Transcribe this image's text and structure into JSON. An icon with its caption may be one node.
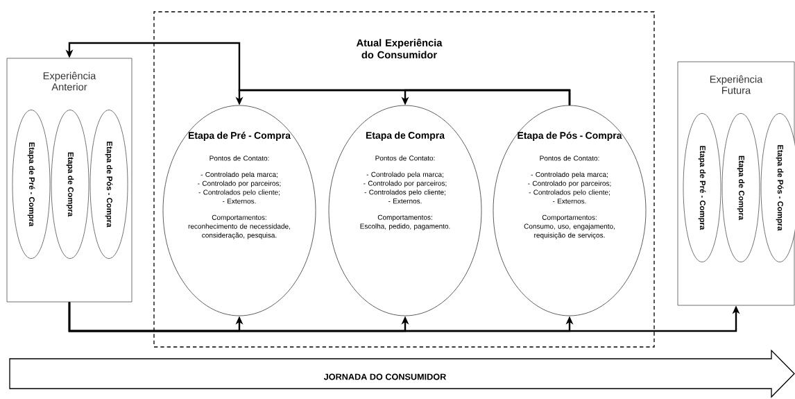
{
  "diagram": {
    "nodes": [
      {
        "text": [
          "Atual Experiência do Consumidor"
        ]
      },
      {
        "text": [
          "Experiência Anterior"
        ]
      },
      {
        "text": [
          "Etapa de Pré - Compra"
        ],
        "in": 1
      },
      {
        "text": [
          "Etapa de Compra"
        ],
        "in": 1
      },
      {
        "text": [
          "Etapa de Pós - Compra"
        ],
        "in": 1
      },
      {
        "text": [
          "Etapa de Pré - Compra",
          "Pontos de Contato:",
          "- Controlado pela marca;",
          "- Controlado por parceiros;",
          "- Controlados pelo cliente;",
          "- Externos.",
          "Comportamentos:",
          "reconhecimento de necessidade, consideração, pesquisa."
        ],
        "in": 0
      },
      {
        "text": [
          "Etapa de Compra",
          "Pontos de Contato:",
          "- Controlado pela marca;",
          "- Controlado por parceiros;",
          "- Controlados pelo cliente;",
          "- Externos.",
          "Comportamentos:",
          "Escolha, pedido, pagamento."
        ],
        "in": 0
      },
      {
        "text": [
          "Etapa de Pós - Compra",
          "Pontos de Contato:",
          "- Controlado pela marca;",
          "- Controlado por parceiros;",
          "- Controlados pelo cliente;",
          "- Externos.",
          "Comportamentos:",
          "Consumo, uso, engajamento, requisição de serviços."
        ],
        "in": 0
      },
      {
        "text": [
          "Experiência Futura"
        ]
      },
      {
        "text": [
          "Etapa de Pré - Compra"
        ],
        "in": 8
      },
      {
        "text": [
          "Etapa de Compra"
        ],
        "in": 8
      },
      {
        "text": [
          "Etapa de Pós - Compra"
        ],
        "in": 8
      },
      {
        "text": [
          "JORNADA DO CONSUMIDOR"
        ]
      }
    ],
    "edges": [
      {
        "from": 7,
        "to": 5,
        "arrow": "to"
      },
      {
        "from": 7,
        "to": 6,
        "arrow": "to"
      },
      {
        "from": 7,
        "to": 1,
        "arrow": "to"
      },
      {
        "from": 1,
        "to": 5,
        "arrow": "to"
      },
      {
        "from": 1,
        "to": 6,
        "arrow": "to"
      },
      {
        "from": 1,
        "to": 7,
        "arrow": "to"
      },
      {
        "from": 1,
        "to": 8,
        "arrow": "to"
      }
    ]
  }
}
